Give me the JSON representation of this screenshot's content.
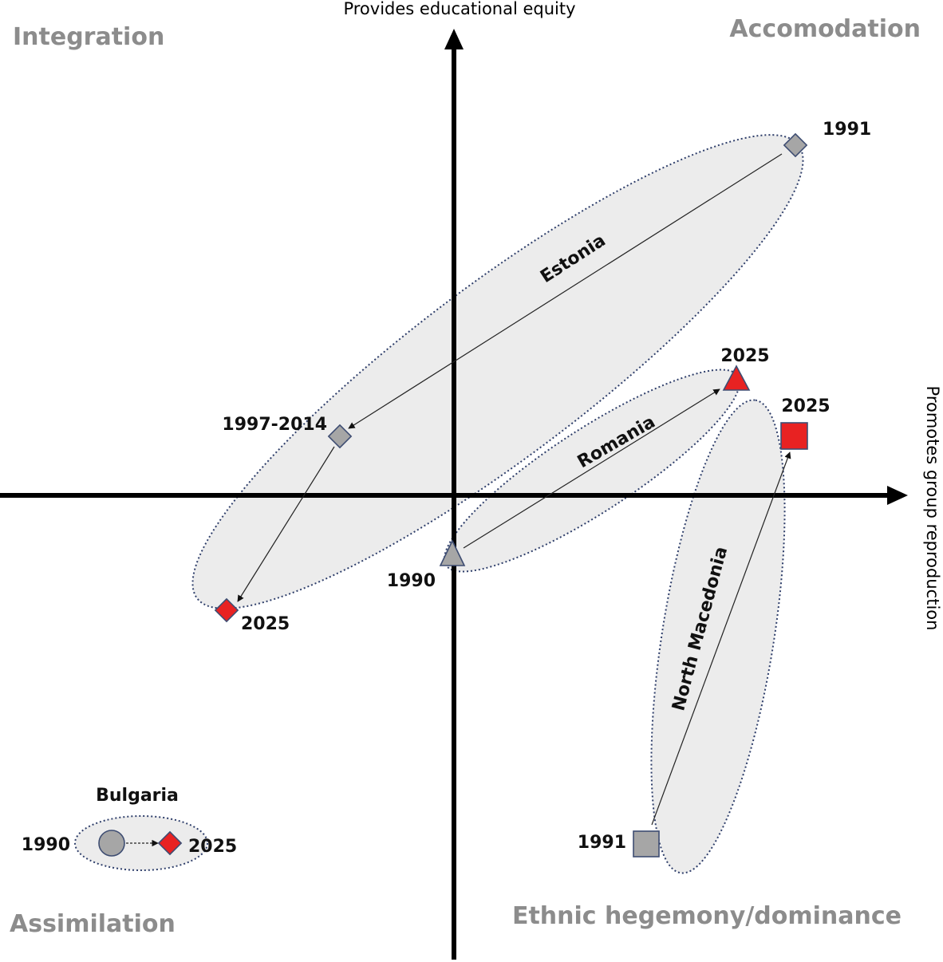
{
  "axes": {
    "y_title": "Provides educational equity",
    "x_title": "Promotes group reproduction"
  },
  "quadrants": {
    "top_left": "Integration",
    "top_right": "Accomodation",
    "bottom_left": "Assimilation",
    "bottom_right": "Ethnic hegemony/dominance"
  },
  "countries": {
    "estonia": {
      "name": "Estonia",
      "years": [
        "1991",
        "1997-2014",
        "2025"
      ]
    },
    "romania": {
      "name": "Romania",
      "years": [
        "1990",
        "2025"
      ]
    },
    "north_macedonia": {
      "name": "North Macedonia",
      "years": [
        "1991",
        "2025"
      ]
    },
    "bulgaria": {
      "name": "Bulgaria",
      "years": [
        "1990",
        "2025"
      ]
    }
  },
  "colors": {
    "past": "#a6a6a6",
    "present": "#e82222",
    "outline": "#3e4d72",
    "region_fill": "#ececec"
  },
  "legend_shapes": {
    "estonia": "diamond",
    "romania": "triangle",
    "north_macedonia": "square",
    "bulgaria": "circle-to-diamond"
  }
}
